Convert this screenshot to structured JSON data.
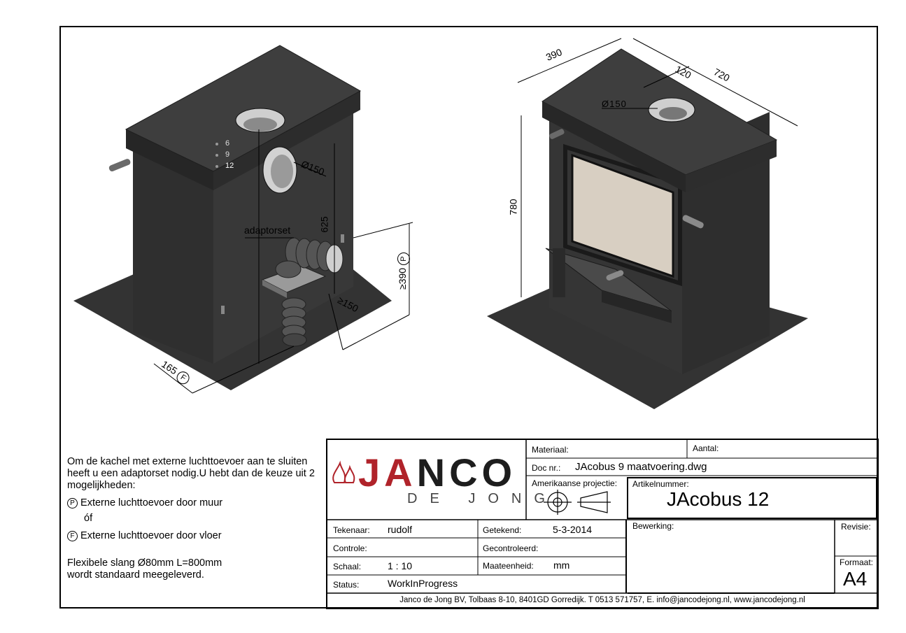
{
  "drawing": {
    "left_view": {
      "variants": [
        "6",
        "9",
        "12"
      ],
      "dim_flue": "Ø150",
      "dim_height": "625",
      "dim_wall": "≥390",
      "dim_wall_tag": "P",
      "dim_depth": "≥150",
      "dim_floor": "165",
      "dim_floor_tag": "F",
      "label_adaptor": "adaptorset"
    },
    "right_view": {
      "dim_width": "390",
      "dim_offset": "120",
      "dim_depth": "720",
      "dim_flue": "Ø150",
      "dim_height": "780"
    }
  },
  "notes": {
    "intro": "Om de kachel met externe luchttoevoer aan te sluiten heeft u een adaptorset nodig.U hebt dan de keuze uit 2 mogelijkheden:",
    "option_p_tag": "P",
    "option_p": "Externe luchttoevoer door muur",
    "or": "óf",
    "option_f_tag": "F",
    "option_f": "Externe luchttoevoer door vloer",
    "hose_line1": "Flexibele slang Ø80mm L=800mm",
    "hose_line2": "wordt standaard meegeleverd."
  },
  "title_block": {
    "logo_main": "JANCO",
    "logo_sub": "DE  JONG",
    "materiaal_label": "Materiaal:",
    "aantal_label": "Aantal:",
    "docnr_label": "Doc nr.:",
    "docnr_value": "JAcobus 9 maatvoering.dwg",
    "projectie_label": "Amerikaanse projectie:",
    "artikel_label": "Artikelnummer:",
    "artikel_value": "JAcobus 12",
    "tekenaar_label": "Tekenaar:",
    "tekenaar_value": "rudolf",
    "getekend_label": "Getekend:",
    "getekend_value": "5-3-2014",
    "bewerking_label": "Bewerking:",
    "revisie_label": "Revisie:",
    "controle_label": "Controle:",
    "gecontroleerd_label": "Gecontroleerd:",
    "schaal_label": "Schaal:",
    "schaal_value": "1 : 10",
    "maateenheid_label": "Maateenheid:",
    "maateenheid_value": "mm",
    "formaat_label": "Formaat:",
    "formaat_value": "A4",
    "status_label": "Status:",
    "status_value": "WorkInProgress",
    "footer": "Janco de Jong BV, Tolbaas 8-10, 8401GD Gorredijk. T 0513 571757, E. info@jancodejong.nl, www.jancodejong.nl"
  },
  "colors": {
    "stove_dark": "#2f2f2f",
    "stove_mid": "#3c3c3c",
    "floor_plate": "#333333",
    "glass": "#d8cfc2",
    "logo_red": "#b0232a",
    "logo_grey": "#5a5a5a"
  }
}
